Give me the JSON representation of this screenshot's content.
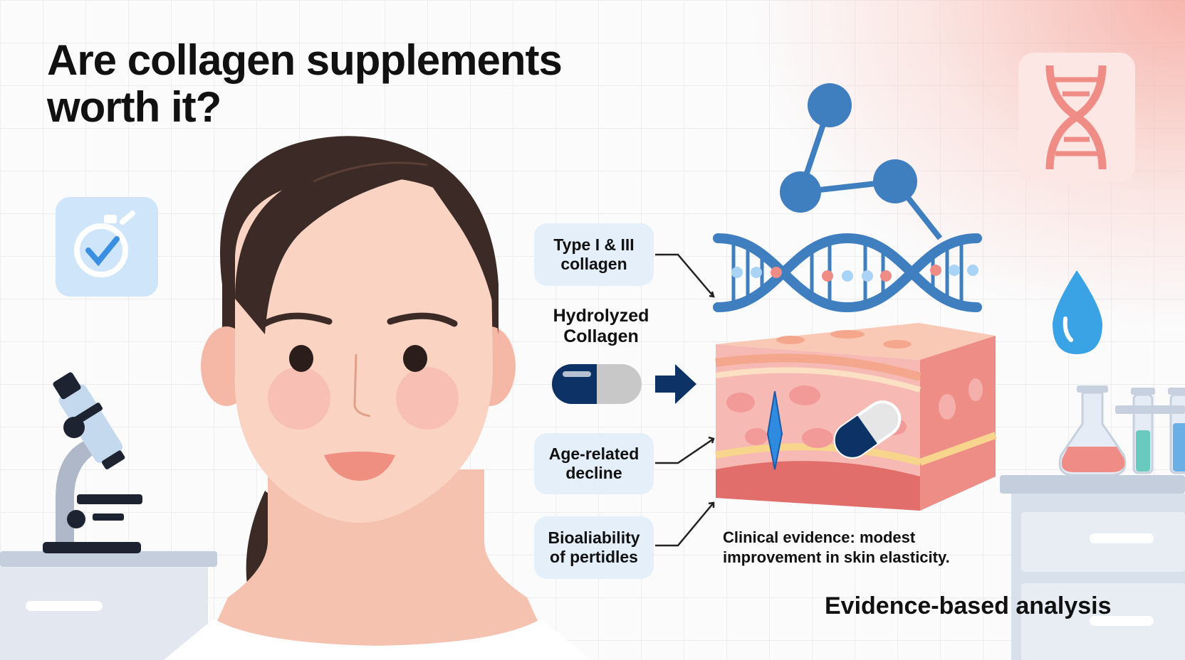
{
  "title": "Are collagen supplements worth it?",
  "labels": {
    "type_collagen": "Type I & III collagen",
    "hydrolyzed": "Hydrolyzed Collagen",
    "age_decline": "Age-related decline",
    "bioavailability": "Bioaliability of pertidles"
  },
  "caption": "Clinical evidence: modest improvement in skin elasticity.",
  "footer": "Evidence-based analysis",
  "icons": [
    "stopwatch-check-icon",
    "dna-icon",
    "water-drop-icon",
    "microscope-icon",
    "lab-flask-icon",
    "capsule-icon",
    "molecule-icon",
    "skin-layer-icon"
  ],
  "colors": {
    "accent_blue": "#3f7fc0",
    "navy": "#0d3366",
    "dna_pink": "#f08c86",
    "drop_blue": "#3aa3e6",
    "pill_bg": "#e4effa",
    "skin": "#fad6c8"
  }
}
